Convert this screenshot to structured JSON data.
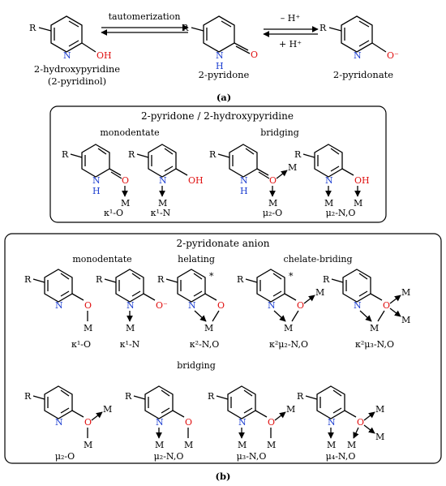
{
  "top": {
    "tautomerization": "tautomerization",
    "deprot": "– H⁺",
    "prot": "+ H⁺",
    "hp_name": "2-hydroxypyridine",
    "hp_alt": "(2-pyridinol)",
    "pyridone": "2-pyridone",
    "pyridonate": "2-pyridonate",
    "part_a": "(a)"
  },
  "box1": {
    "title": "2-pyridone / 2-hydroxypyridine",
    "monodentate": "monodentate",
    "bridging": "bridging",
    "labels": [
      "κ¹-O",
      "κ¹-N",
      "μ₂-O",
      "μ₂-N,O"
    ]
  },
  "box2": {
    "title": "2-pyridonate anion",
    "monodentate": "monodentate",
    "helating": "helating",
    "chelate_bridging": "chelate-briding",
    "bridging": "bridging",
    "row1_labels": [
      "κ¹-O",
      "κ¹-N",
      "κ²-N,O",
      "κ²μ₂-N,O",
      "κ²μ₃-N,O"
    ],
    "row2_labels": [
      "μ₂-O",
      "μ₂-N,O",
      "μ₃-N,O",
      "μ₄-N,O"
    ],
    "star": "*"
  },
  "atoms": {
    "R": "R",
    "N": "N",
    "H": "H",
    "O": "O",
    "OH": "OH",
    "Ominus": "O⁻",
    "M": "M"
  },
  "part_b": "(b)"
}
